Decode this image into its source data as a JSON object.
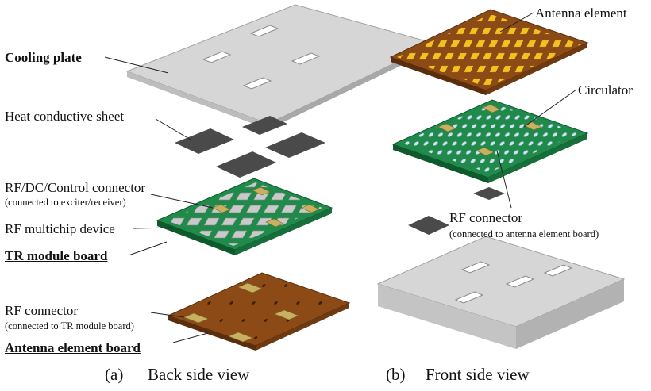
{
  "labels": {
    "cooling_plate": "Cooling plate",
    "heat_sheet": "Heat conductive sheet",
    "rf_dc_connector": "RF/DC/Control connector",
    "rf_dc_connector_note": "(connected to exciter/receiver)",
    "rf_multichip": "RF multichip  device",
    "tr_module_board": "TR module board",
    "rf_connector_a": "RF connector",
    "rf_connector_a_note": "(connected to TR module board)",
    "antenna_element_board": "Antenna element board",
    "antenna_element": "Antenna element",
    "circulator": "Circulator",
    "rf_connector_b": "RF connector",
    "rf_connector_b_note": "(connected to antenna element board)"
  },
  "captions": {
    "a": "(a)",
    "a_text": "Back side view",
    "b": "(b)",
    "b_text": "Front side view"
  },
  "colors": {
    "plate": "#d6d6d6",
    "plate_edge": "#9a9a9a",
    "sheet": "#4a4a4a",
    "pcb_green": "#1f8a4a",
    "antenna_brown": "#8b4a16",
    "patch_yellow": "#f2c21e",
    "connector_gold": "#c8b060"
  }
}
